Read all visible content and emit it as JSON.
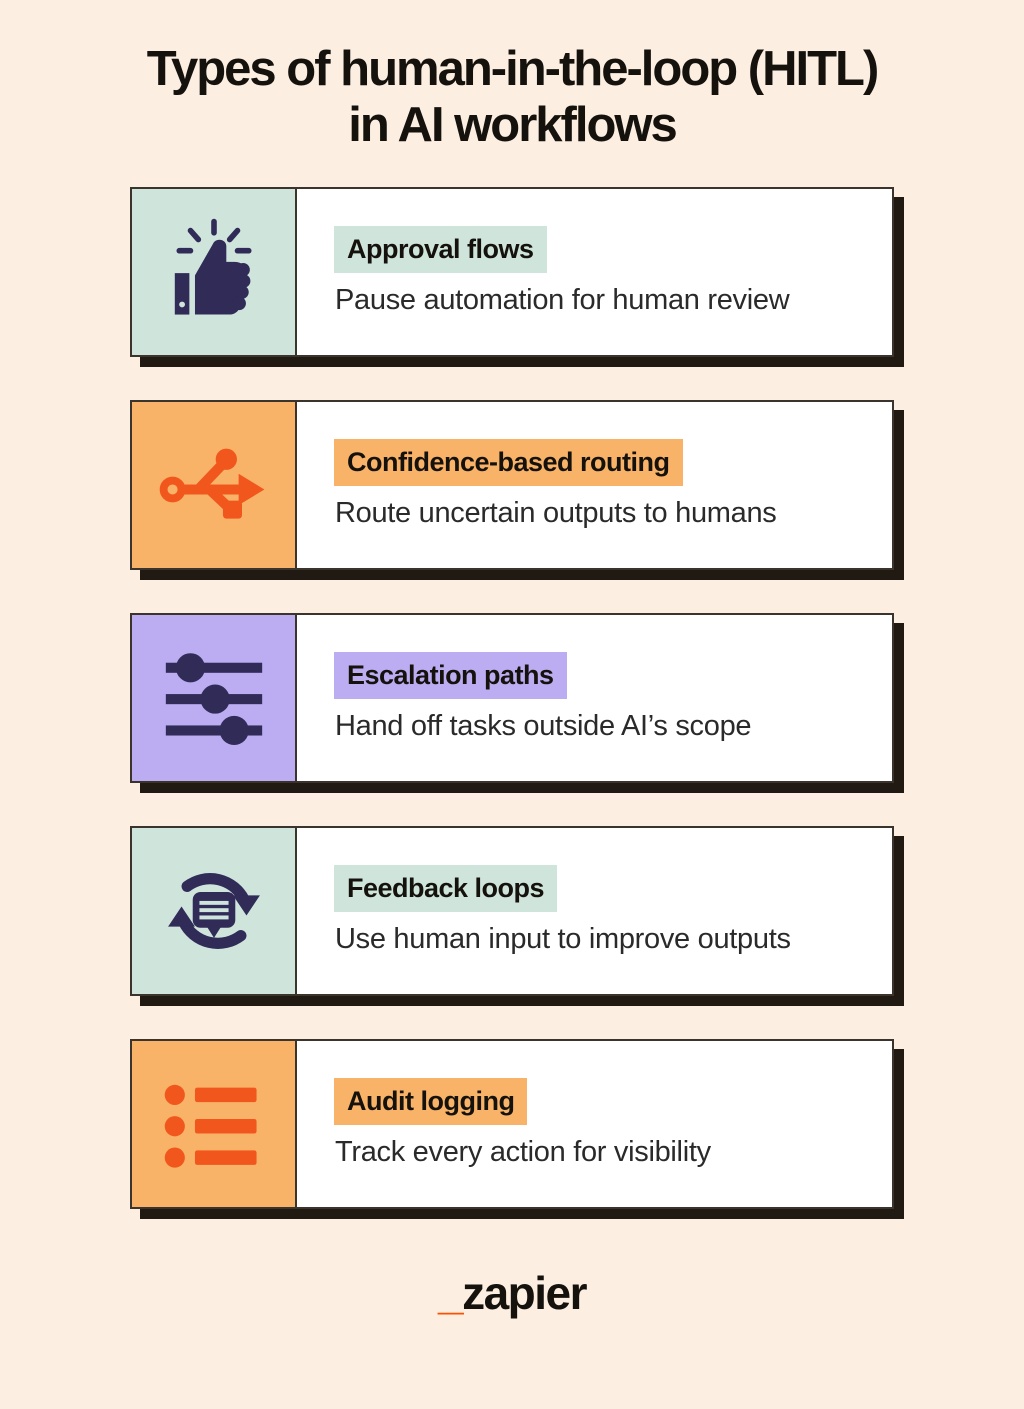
{
  "page_title": "Types of human-in-the-loop (HITL) in AI workflows",
  "title": {
    "line1": "Types of human-in-the-loop (HITL)",
    "line2": "in AI workflows"
  },
  "theme": {
    "page_bg": "#fcefe1",
    "card_bg": "#ffffff",
    "border": "#3a342d",
    "shadow": "#211a13",
    "heading": "#15120d",
    "body_text": "#2a2a2a"
  },
  "cards": [
    {
      "title": "Approval flows",
      "description": "Pause automation for human review",
      "icon": "thumbs-up-icon",
      "panel_color": "#cfe5dc",
      "icon_color": "#312b58"
    },
    {
      "title": "Confidence-based routing",
      "description": "Route uncertain outputs to humans",
      "icon": "usb-routing-icon",
      "panel_color": "#f9b368",
      "icon_color": "#f1571d"
    },
    {
      "title": "Escalation paths",
      "description": "Hand off tasks outside AI’s scope",
      "icon": "sliders-icon",
      "panel_color": "#bcacf2",
      "icon_color": "#312b58"
    },
    {
      "title": "Feedback loops",
      "description": "Use human input to improve outputs",
      "icon": "feedback-cycle-icon",
      "panel_color": "#cfe5dc",
      "icon_color": "#312b58"
    },
    {
      "title": "Audit logging",
      "description": "Track every action for visibility",
      "icon": "bullet-list-icon",
      "panel_color": "#f9b368",
      "icon_color": "#f1571d"
    }
  ],
  "footer": {
    "logo_underscore": "_",
    "logo_word": "zapier",
    "logo_accent": "#ff4f00"
  }
}
